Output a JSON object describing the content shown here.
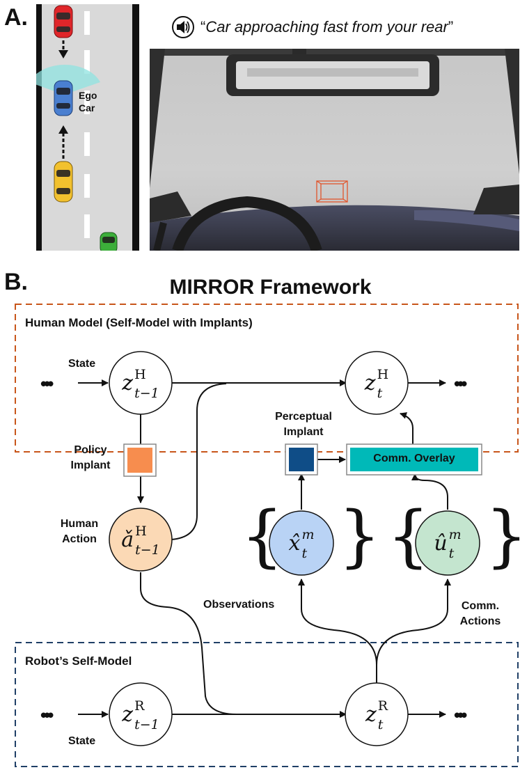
{
  "panel_a": {
    "letter": "A.",
    "ego_label_line1": "Ego",
    "ego_label_line2": "Car",
    "speech_open": "“",
    "speech_text": "Car approaching fast from your rear",
    "speech_close": "”",
    "speaker_icon": "speaker-icon"
  },
  "panel_b": {
    "letter": "B.",
    "title": "MIRROR Framework",
    "human_box_title": "Human Model (Self-Model with Implants)",
    "robot_box_title": "Robot’s Self-Model",
    "labels": {
      "state_top": "State",
      "state_bottom": "State",
      "policy_implant_1": "Policy",
      "policy_implant_2": "Implant",
      "perceptual_implant_1": "Perceptual",
      "perceptual_implant_2": "Implant",
      "comm_overlay": "Comm. Overlay",
      "human_action_1": "Human",
      "human_action_2": "Action",
      "observations": "Observations",
      "comm_actions_1": "Comm.",
      "comm_actions_2": "Actions"
    },
    "nodes": {
      "zh_prev": {
        "base": "z",
        "sup": "H",
        "sub": "t−1"
      },
      "zh_t": {
        "base": "z",
        "sup": "H",
        "sub": "t"
      },
      "a_prev": {
        "base": "ǎ",
        "sup": "H",
        "sub": "t−1"
      },
      "x_t": {
        "base": "x̂",
        "sup": "m",
        "sub": "t"
      },
      "u_t": {
        "base": "û",
        "sup": "m",
        "sub": "t"
      },
      "zr_prev": {
        "base": "z",
        "sup": "R",
        "sub": "t−1"
      },
      "zr_t": {
        "base": "z",
        "sup": "R",
        "sub": "t"
      }
    },
    "ellipsis": "•••",
    "brace_open": "{",
    "brace_close": "}",
    "colors": {
      "human_box": "#c8551a",
      "robot_box": "#1f3f66",
      "human_action_fill": "#fbd9b5",
      "observation_fill": "#b9d3f5",
      "comm_action_fill": "#c4e5cf",
      "policy_implant": "#f78d4e",
      "perceptual_implant": "#0f4d87",
      "comm_overlay": "#00b9b8"
    }
  }
}
